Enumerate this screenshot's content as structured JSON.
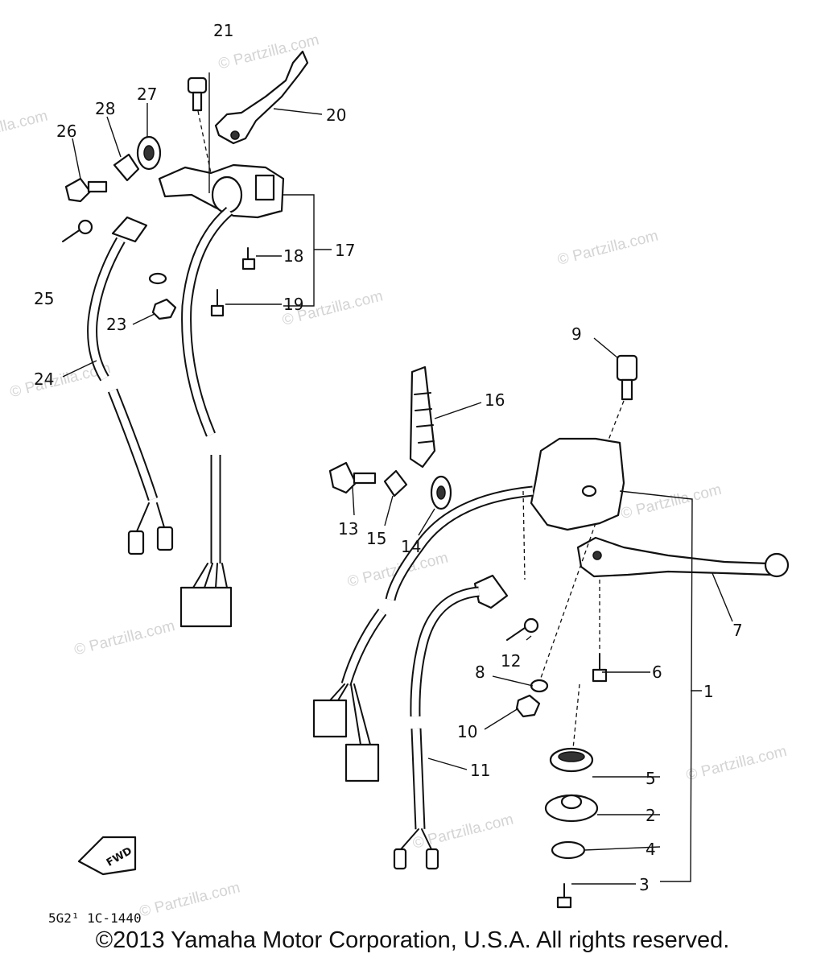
{
  "watermark": "© Partzilla.com",
  "copyright": "©2013  Yamaha Motor Corporation, U.S.A. All rights reserved.",
  "drawing_code": "5G2¹ 1C-1440",
  "front_marker": "FWD",
  "callouts": {
    "c1": "1",
    "c2": "2",
    "c3": "3",
    "c4": "4",
    "c5": "5",
    "c6": "6",
    "c7": "7",
    "c8": "8",
    "c9": "9",
    "c10": "10",
    "c11": "11",
    "c12": "12",
    "c13": "13",
    "c14": "14",
    "c15": "15",
    "c16": "16",
    "c17": "17",
    "c18": "18",
    "c19": "19",
    "c20": "20",
    "c21": "21",
    "c23": "23",
    "c24": "24",
    "c25": "25",
    "c26": "26",
    "c27": "27",
    "c28": "28"
  }
}
